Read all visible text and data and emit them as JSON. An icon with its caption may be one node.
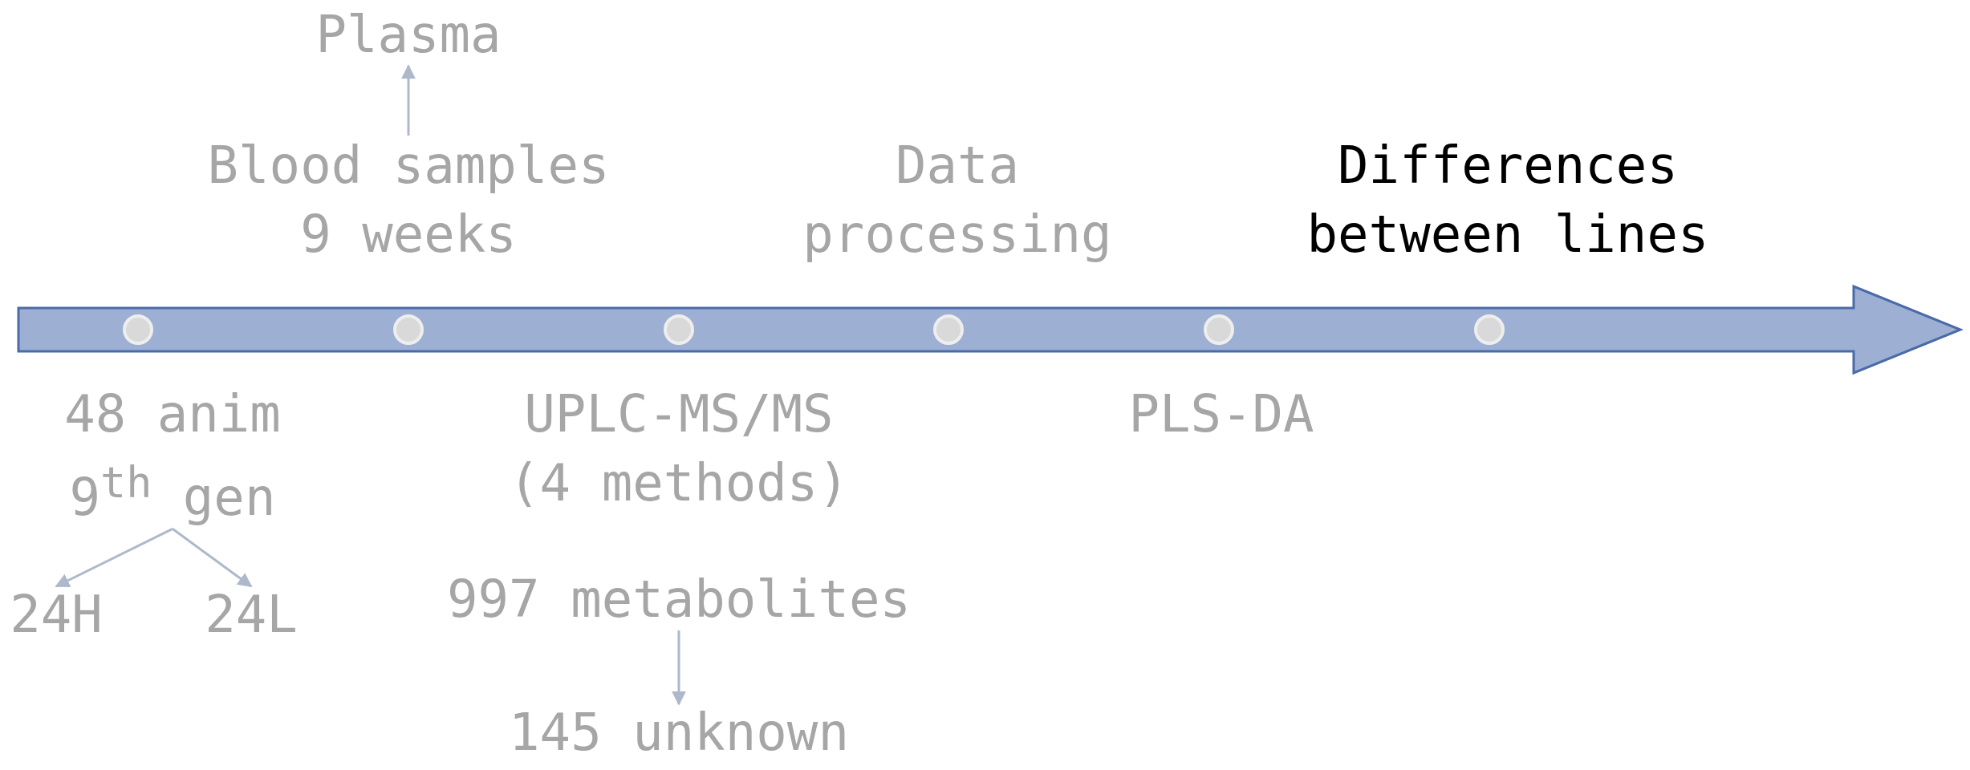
{
  "diagram": {
    "nodes": [
      {
        "text": [
          "Plasma"
        ]
      },
      {
        "text": [
          "Blood samples 9 weeks"
        ]
      },
      {
        "text": [
          "Data processing"
        ]
      },
      {
        "text": [
          "Differences between lines"
        ]
      },
      {
        "text": [
          "48 anim 9$^{th}$ gen"
        ]
      },
      {
        "text": [
          "24H"
        ]
      },
      {
        "text": [
          "24L"
        ]
      },
      {
        "text": [
          "UPLC-MS/MS (4 methods)"
        ]
      },
      {
        "text": [
          "997 metabolites"
        ]
      },
      {
        "text": [
          "145 unknown"
        ]
      },
      {
        "text": [
          "PLS-DA"
        ]
      }
    ],
    "edges": [
      {
        "from": 1,
        "to": 0,
        "arrow": "to"
      },
      {
        "from": 4,
        "to": 5,
        "arrow": "to"
      },
      {
        "from": 4,
        "to": 6,
        "arrow": "to"
      },
      {
        "from": 8,
        "to": 9,
        "arrow": "to"
      }
    ]
  }
}
